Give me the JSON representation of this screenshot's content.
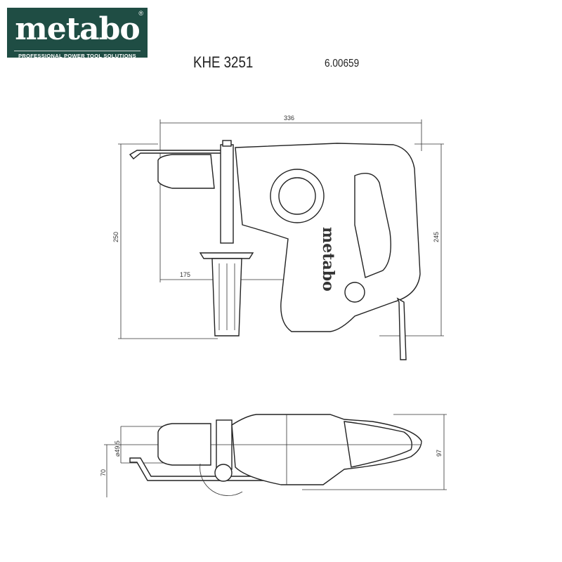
{
  "logo": {
    "brand": "metabo",
    "registered": "®",
    "tagline": "PROFESSIONAL POWER TOOL SOLUTIONS"
  },
  "header": {
    "model": "KHE 3251",
    "article_number": "6.00659"
  },
  "side_view": {
    "dimensions": {
      "overall_length": "336",
      "overall_height": "250",
      "handle_offset": "175",
      "body_height": "245"
    },
    "housing_label": "metabo"
  },
  "top_view": {
    "dimensions": {
      "collar_diameter": "⌀49,5",
      "handle_offset": "70",
      "width": "97"
    }
  }
}
